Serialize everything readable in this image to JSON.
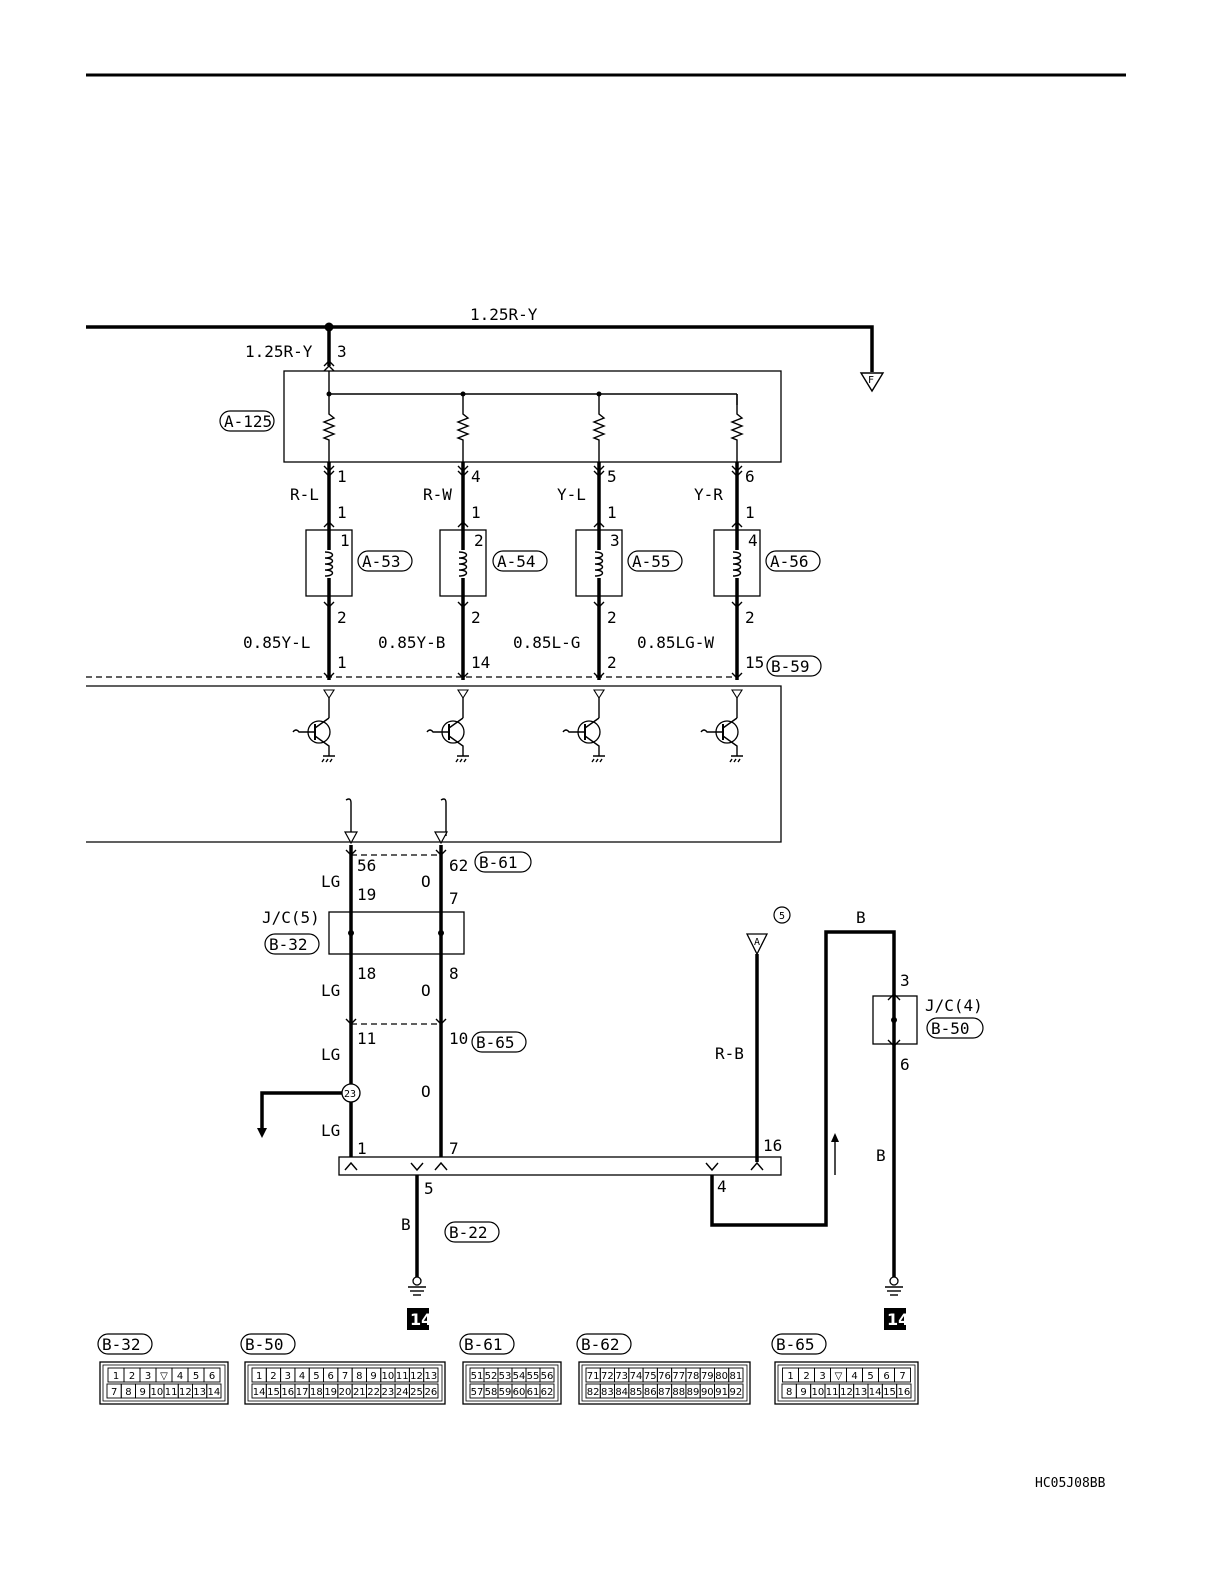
{
  "top_wire": {
    "label": "1.25R-Y",
    "branch_label": "1.25R-Y",
    "pin": "3",
    "terminal": "F"
  },
  "resistor_pack": {
    "id": "A-125",
    "pins": [
      "1",
      "4",
      "5",
      "6"
    ]
  },
  "injectors": [
    {
      "id": "A-53",
      "wire": "R-L",
      "num": "1",
      "out_wire": "0.85Y-L",
      "ecu_pin": "1"
    },
    {
      "id": "A-54",
      "wire": "R-W",
      "num": "2",
      "out_wire": "0.85Y-B",
      "ecu_pin": "14"
    },
    {
      "id": "A-55",
      "wire": "Y-L",
      "num": "3",
      "out_wire": "0.85L-G",
      "ecu_pin": "2"
    },
    {
      "id": "A-56",
      "wire": "Y-R",
      "num": "4",
      "out_wire": "0.85LG-W",
      "ecu_pin": "15"
    }
  ],
  "injector_pins": {
    "in": "1",
    "out": "2"
  },
  "ecu_connectors": {
    "main": "B-59",
    "lower": "B-61",
    "lower_pins": [
      "56",
      "62"
    ]
  },
  "junction1": {
    "label": "J/C(5)",
    "id": "B-32",
    "pins": [
      "19",
      "7",
      "18",
      "8"
    ]
  },
  "b65": {
    "id": "B-65",
    "pins": [
      "11",
      "10"
    ]
  },
  "wires": {
    "lg": "LG",
    "o": "O",
    "rb": "R-B",
    "b": "B"
  },
  "splice": "23",
  "b22": {
    "id": "B-22",
    "pins": [
      "1",
      "7",
      "5",
      "4",
      "16"
    ]
  },
  "terminal_a": {
    "label": "A",
    "num": "5"
  },
  "junction2": {
    "label": "J/C(4)",
    "id": "B-50",
    "pins": [
      "3",
      "6"
    ]
  },
  "ground_ref": "14",
  "connector_views": [
    {
      "id": "B-32",
      "row1": [
        "1",
        "2",
        "3",
        "▽",
        "4",
        "5",
        "6"
      ],
      "row2": [
        "7",
        "8",
        "9",
        "10",
        "11",
        "12",
        "13",
        "14"
      ]
    },
    {
      "id": "B-50",
      "row1": [
        "1",
        "2",
        "3",
        "4",
        "5",
        "6",
        "7",
        "8",
        "9",
        "10",
        "11",
        "12",
        "13"
      ],
      "row2": [
        "14",
        "15",
        "16",
        "17",
        "18",
        "19",
        "20",
        "21",
        "22",
        "23",
        "24",
        "25",
        "26"
      ]
    },
    {
      "id": "B-61",
      "row1": [
        "51",
        "52",
        "53",
        "54",
        "55",
        "56"
      ],
      "row2": [
        "57",
        "58",
        "59",
        "60",
        "61",
        "62"
      ]
    },
    {
      "id": "B-62",
      "row1": [
        "71",
        "72",
        "73",
        "74",
        "75",
        "76",
        "77",
        "78",
        "79",
        "80",
        "81"
      ],
      "row2": [
        "82",
        "83",
        "84",
        "85",
        "86",
        "87",
        "88",
        "89",
        "90",
        "91",
        "92"
      ]
    },
    {
      "id": "B-65",
      "row1": [
        "1",
        "2",
        "3",
        "▽",
        "4",
        "5",
        "6",
        "7"
      ],
      "row2": [
        "8",
        "9",
        "10",
        "11",
        "12",
        "13",
        "14",
        "15",
        "16"
      ]
    }
  ],
  "figure_code": "HC05J08BB"
}
